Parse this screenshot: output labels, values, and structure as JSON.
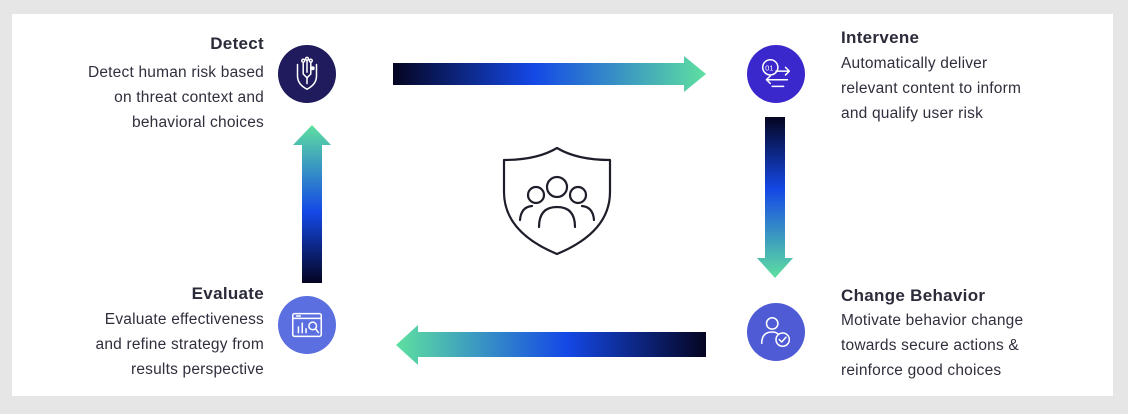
{
  "detect": {
    "title": "Detect",
    "lines": [
      "Detect human risk based",
      "on threat context and",
      "behavioral choices"
    ],
    "icon": "shield-circuit-icon",
    "color": "#1f1b5c"
  },
  "intervene": {
    "title": "Intervene",
    "lines": [
      "Automatically deliver",
      "relevant content to inform",
      "and qualify user risk"
    ],
    "icon": "data-exchange-icon",
    "color": "#3b28cc"
  },
  "change_behavior": {
    "title": "Change Behavior",
    "lines": [
      "Motivate behavior change",
      "towards secure actions &",
      "reinforce good choices"
    ],
    "icon": "user-check-icon",
    "color": "#4f5bd5"
  },
  "evaluate": {
    "title": "Evaluate",
    "lines": [
      "Evaluate effectiveness",
      "and refine strategy from",
      "results perspective"
    ],
    "icon": "dashboard-analytics-icon",
    "color": "#5c6fe0"
  },
  "center": {
    "icon": "shield-group-icon"
  },
  "colors": {
    "arrow_dark": "#050521",
    "arrow_blue": "#1448e6",
    "arrow_green": "#5ee0a0"
  }
}
